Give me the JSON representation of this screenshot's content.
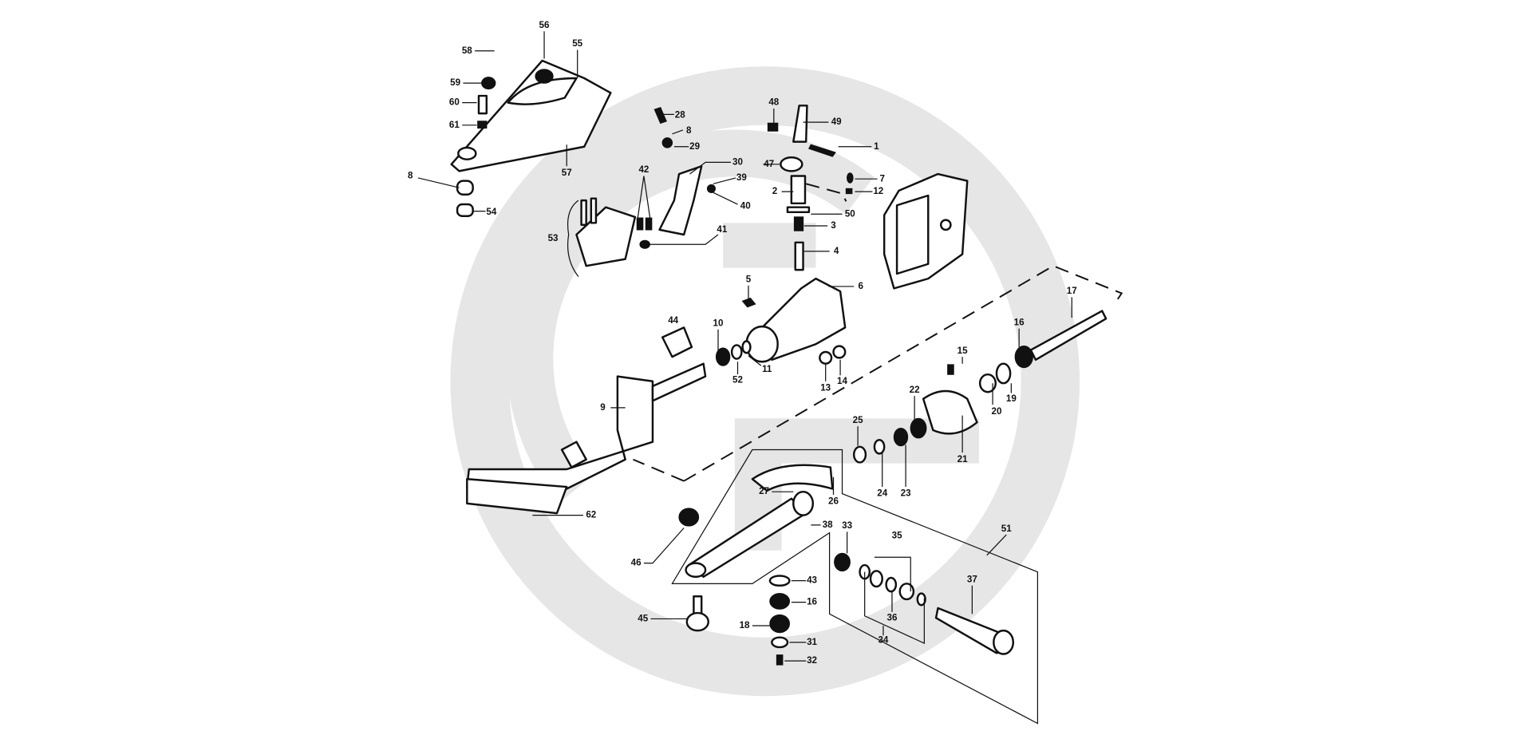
{
  "callouts": [
    "56",
    "55",
    "58",
    "59",
    "60",
    "61",
    "57",
    "8",
    "54",
    "28",
    "8",
    "29",
    "30",
    "39",
    "40",
    "42",
    "41",
    "53",
    "48",
    "49",
    "1",
    "47",
    "7",
    "12",
    "2",
    "50",
    "3",
    "4",
    "5",
    "6",
    "44",
    "10",
    "11",
    "52",
    "13",
    "14",
    "17",
    "16",
    "15",
    "22",
    "20",
    "19",
    "21",
    "25",
    "24",
    "23",
    "26",
    "27",
    "38",
    "33",
    "35",
    "51",
    "37",
    "36",
    "34",
    "9",
    "62",
    "46",
    "43",
    "16",
    "45",
    "18",
    "31",
    "32"
  ],
  "colors": {
    "line": "#111111",
    "watermark": "#e6e6e6",
    "background": "#ffffff"
  }
}
